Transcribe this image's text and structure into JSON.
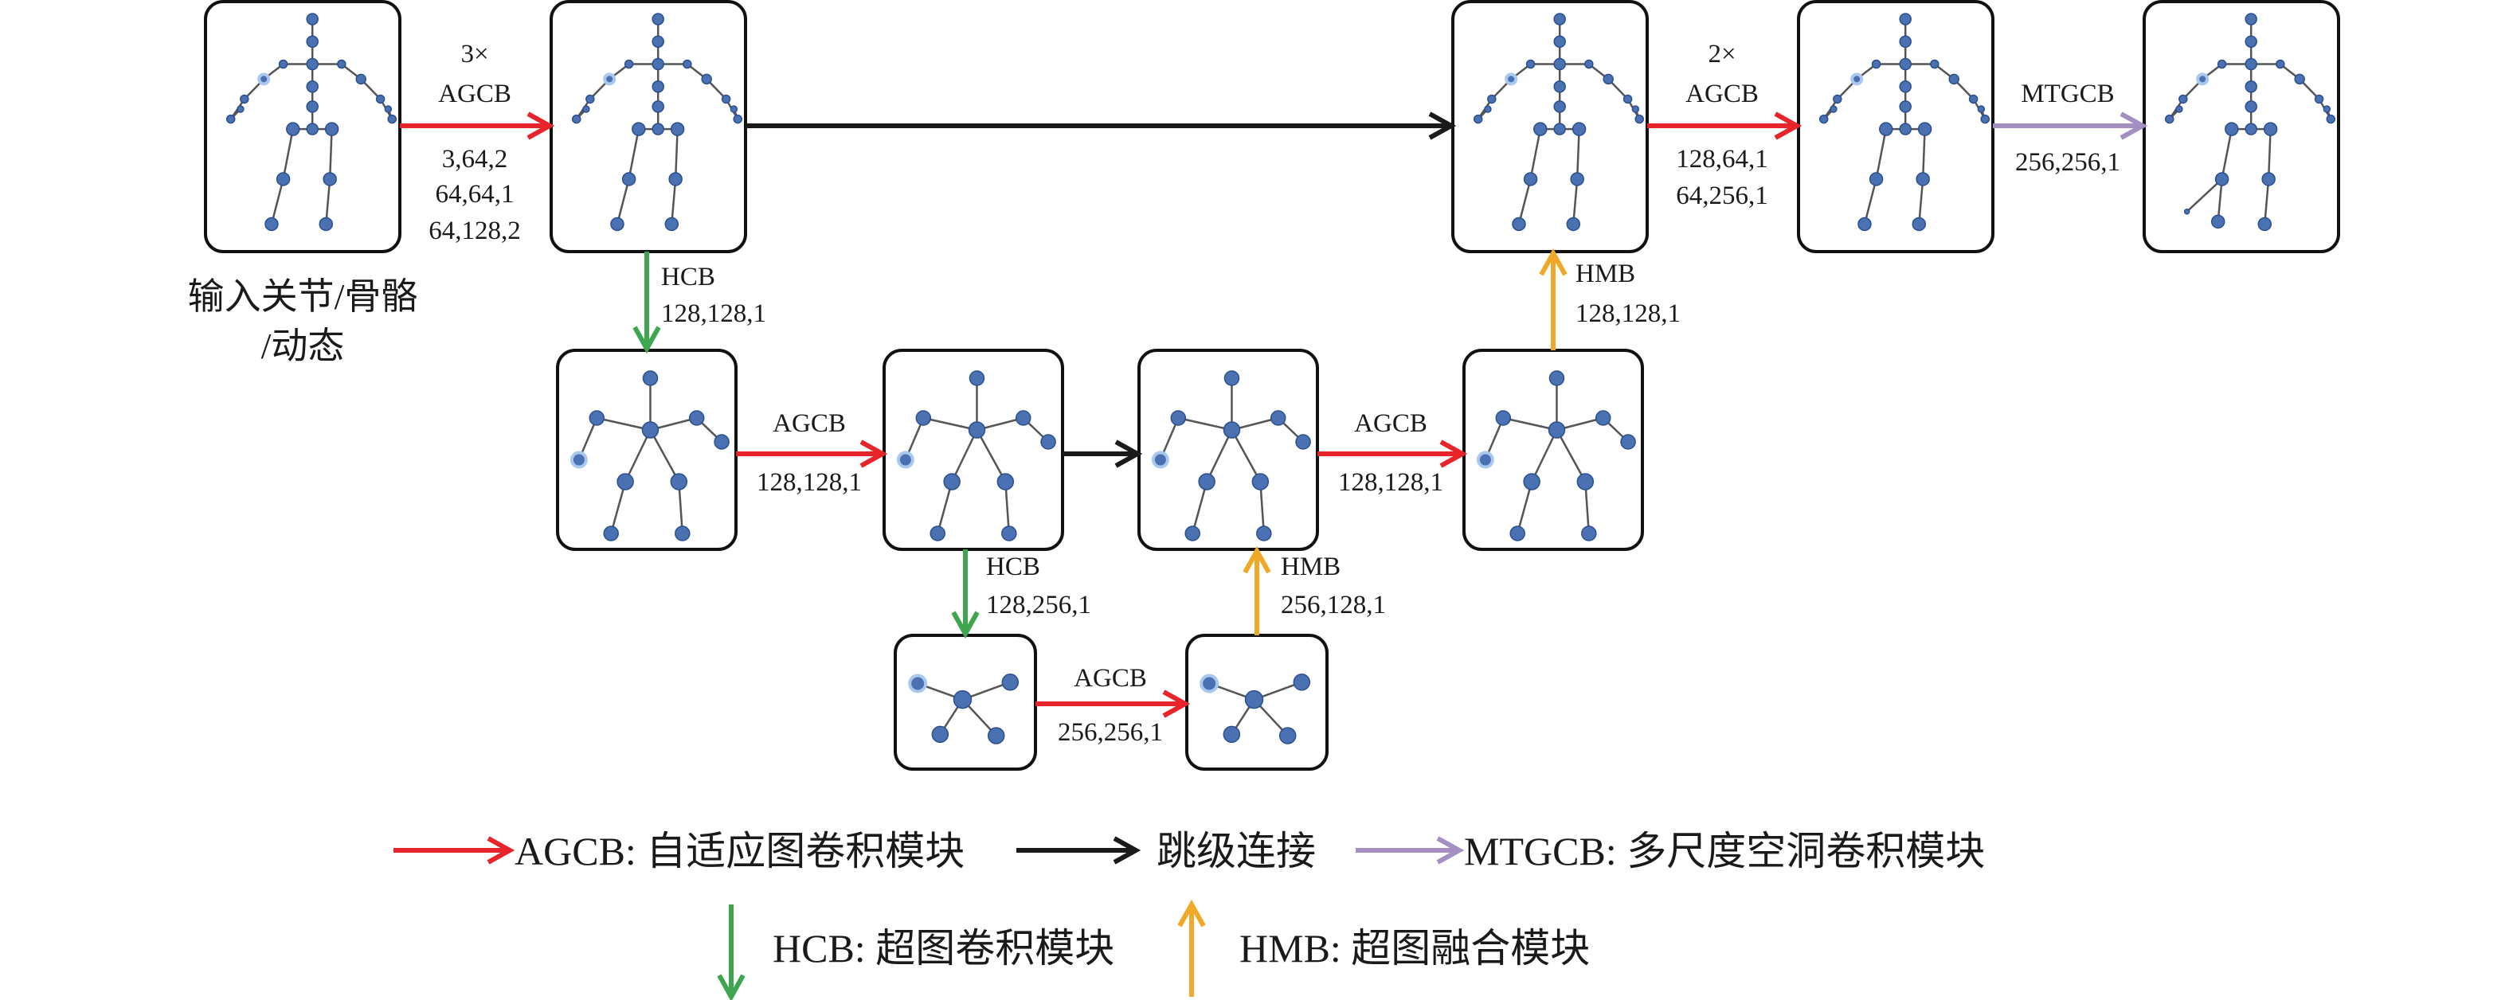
{
  "colors": {
    "agcb": "#e8242b",
    "skip": "#1a1a1a",
    "mtgcb": "#a48ec2",
    "hcb": "#3fa650",
    "hmb": "#f0a828",
    "joint_fill": "#4a72b2",
    "joint_stroke": "#2b4f8e",
    "joint_highlight": "#a9c8ee"
  },
  "input_caption": {
    "line1": "输入关节/骨骼",
    "line2": "/动态"
  },
  "edges": {
    "agcb_1": {
      "name": "3×",
      "module": "AGCB",
      "params": [
        "3,64,2",
        "64,64,1",
        "64,128,2"
      ]
    },
    "hcb_1": {
      "module": "HCB",
      "params": [
        "128,128,1"
      ]
    },
    "agcb_2": {
      "module": "AGCB",
      "params": [
        "128,128,1"
      ]
    },
    "hcb_2": {
      "module": "HCB",
      "params": [
        "128,256,1"
      ]
    },
    "agcb_3": {
      "module": "AGCB",
      "params": [
        "256,256,1"
      ]
    },
    "hmb_1": {
      "module": "HMB",
      "params": [
        "256,128,1"
      ]
    },
    "agcb_4": {
      "module": "AGCB",
      "params": [
        "128,128,1"
      ]
    },
    "hmb_2": {
      "module": "HMB",
      "params": [
        "128,128,1"
      ]
    },
    "agcb_5": {
      "name": "2×",
      "module": "AGCB",
      "params": [
        "128,64,1",
        "64,256,1"
      ]
    },
    "mtgcb_1": {
      "module": "MTGCB",
      "params": [
        "256,256,1"
      ]
    }
  },
  "legend": {
    "agcb": "AGCB: 自适应图卷积模块",
    "skip": "跳级连接",
    "mtgcb": "MTGCB: 多尺度空洞卷积模块",
    "hcb": "HCB: 超图卷积模块",
    "hmb": "HMB: 超图融合模块"
  }
}
